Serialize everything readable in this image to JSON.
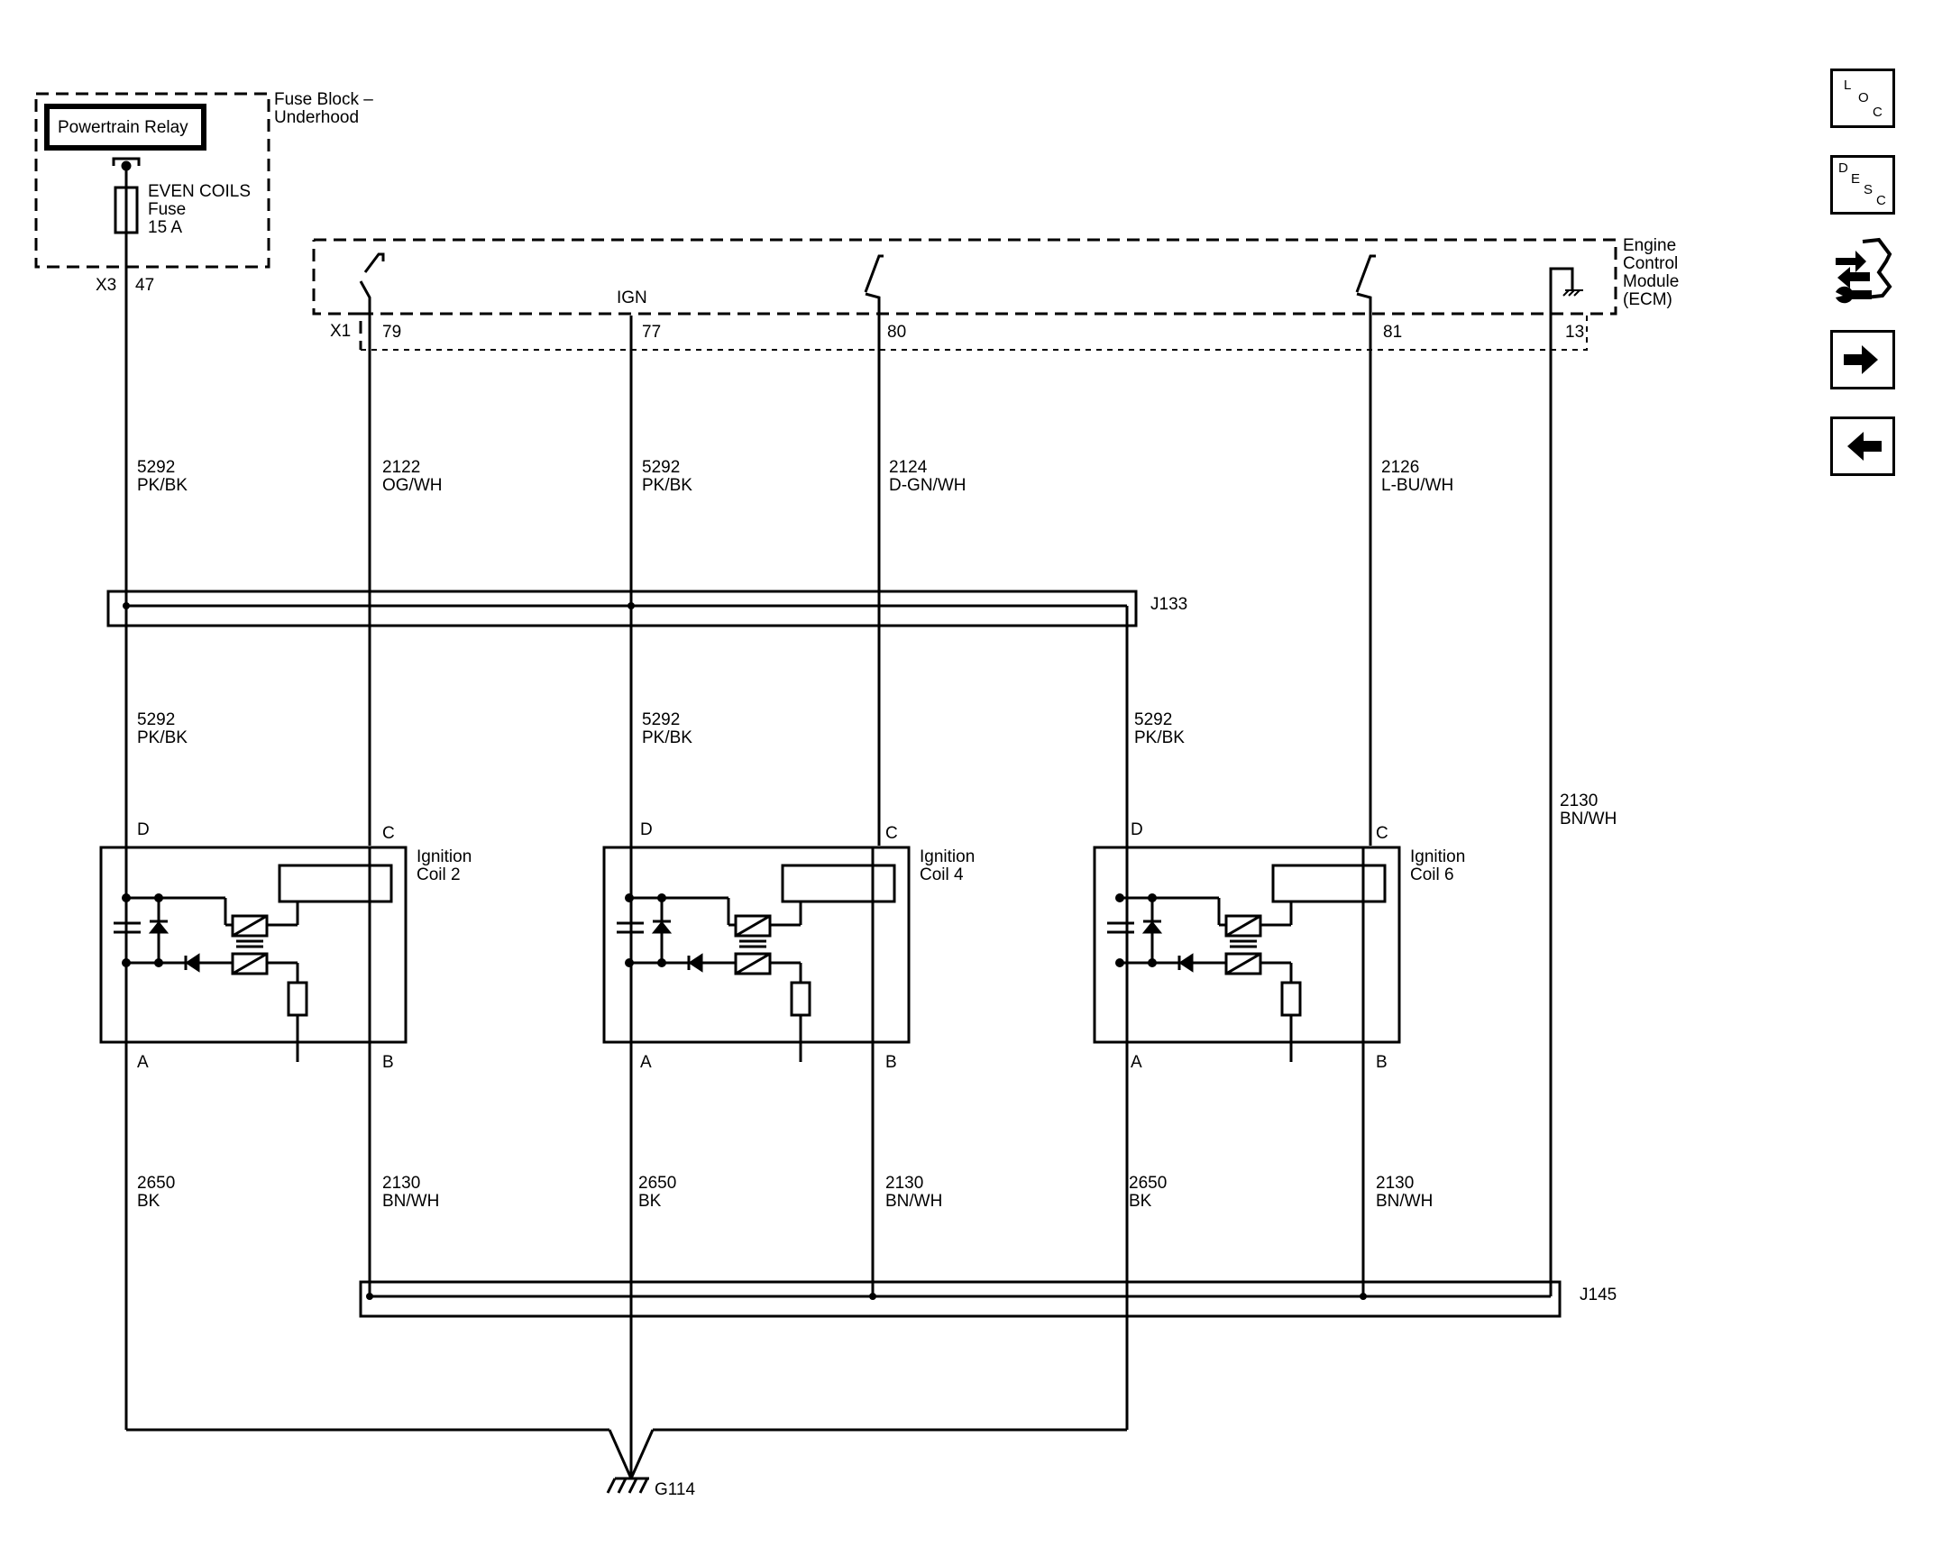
{
  "fuse_block": {
    "label_line1": "Fuse Block –",
    "label_line2": "Underhood",
    "relay": "Powertrain Relay",
    "fuse_line1": "EVEN COILS",
    "fuse_line2": "Fuse",
    "fuse_line3": "15 A",
    "connector": "X3",
    "pin": "47"
  },
  "ecm": {
    "label_line1": "Engine",
    "label_line2": "Control",
    "label_line3": "Module",
    "label_line4": "(ECM)",
    "connector": "X1",
    "ign": "IGN",
    "pins": [
      "79",
      "77",
      "80",
      "81",
      "13"
    ]
  },
  "wires_top": [
    {
      "circuit": "5292",
      "color": "PK/BK"
    },
    {
      "circuit": "2122",
      "color": "OG/WH"
    },
    {
      "circuit": "5292",
      "color": "PK/BK"
    },
    {
      "circuit": "2124",
      "color": "D-GN/WH"
    },
    {
      "circuit": "2126",
      "color": "L-BU/WH"
    }
  ],
  "splice_top": "J133",
  "splice_bottom": "J145",
  "wires_mid": [
    {
      "circuit": "5292",
      "color": "PK/BK"
    },
    {
      "circuit": "5292",
      "color": "PK/BK"
    },
    {
      "circuit": "5292",
      "color": "PK/BK"
    }
  ],
  "wire_ecm_ground": {
    "circuit": "2130",
    "color": "BN/WH"
  },
  "coils": [
    {
      "line1": "Ignition",
      "line2": "Coil 2",
      "pin_d": "D",
      "pin_c": "C",
      "pin_a": "A",
      "pin_b": "B"
    },
    {
      "line1": "Ignition",
      "line2": "Coil 4",
      "pin_d": "D",
      "pin_c": "C",
      "pin_a": "A",
      "pin_b": "B"
    },
    {
      "line1": "Ignition",
      "line2": "Coil 6",
      "pin_d": "D",
      "pin_c": "C",
      "pin_a": "A",
      "pin_b": "B"
    }
  ],
  "wires_bottom": [
    {
      "circuit": "2650",
      "color": "BK"
    },
    {
      "circuit": "2130",
      "color": "BN/WH"
    },
    {
      "circuit": "2650",
      "color": "BK"
    },
    {
      "circuit": "2130",
      "color": "BN/WH"
    },
    {
      "circuit": "2650",
      "color": "BK"
    },
    {
      "circuit": "2130",
      "color": "BN/WH"
    }
  ],
  "ground": "G114",
  "nav": {
    "loc": {
      "l1": "L",
      "l2": "O",
      "l3": "C"
    },
    "desc": {
      "l1": "D",
      "l2": "E",
      "l3": "S",
      "l4": "C"
    },
    "icons": [
      "connector-tool-icon",
      "arrow-right-icon",
      "arrow-left-icon"
    ]
  }
}
